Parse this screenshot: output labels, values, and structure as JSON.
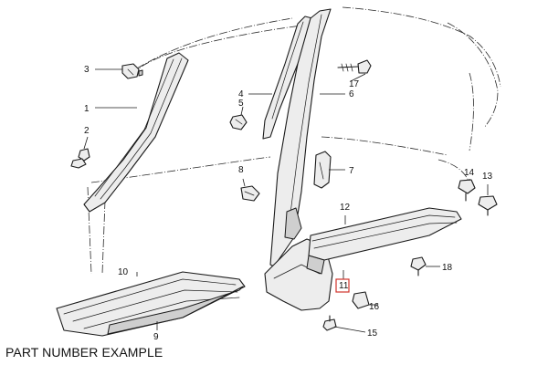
{
  "caption": "PART NUMBER EXAMPLE",
  "highlight_color": "#d0342c",
  "callouts": {
    "c1": "1",
    "c2": "2",
    "c3": "3",
    "c4": "4",
    "c5": "5",
    "c6": "6",
    "c7": "7",
    "c8": "8",
    "c9": "9",
    "c10": "10",
    "c11": "11",
    "c12": "12",
    "c13": "13",
    "c14": "14",
    "c15": "15",
    "c16": "16",
    "c17": "17",
    "c18": "18"
  },
  "highlighted_callout": "11"
}
